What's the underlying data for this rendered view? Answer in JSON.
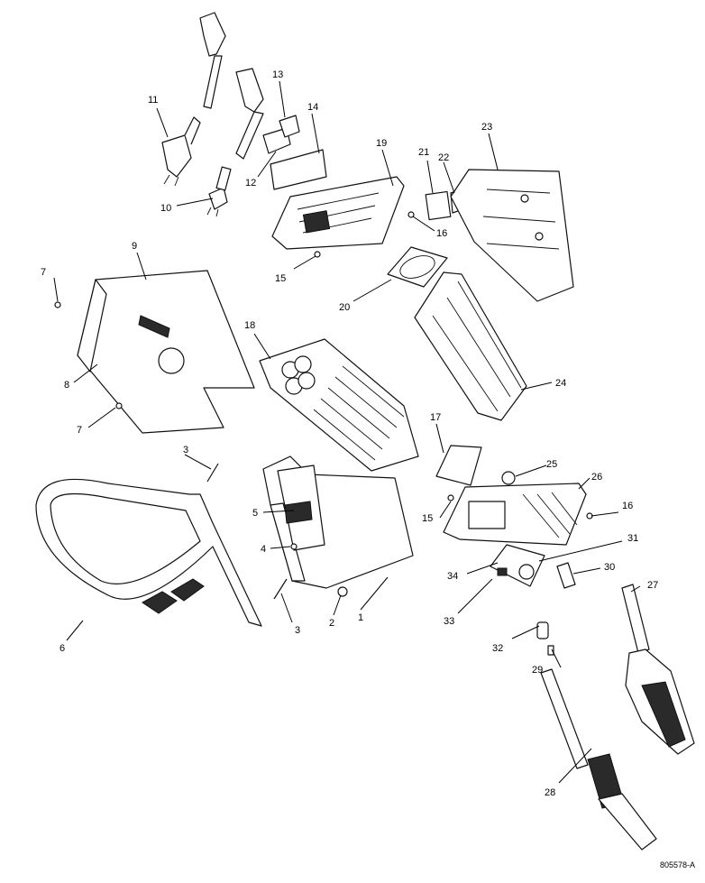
{
  "figure_ref": "805578-A",
  "callouts": [
    {
      "id": "1",
      "label": "1"
    },
    {
      "id": "2",
      "label": "2"
    },
    {
      "id": "3a",
      "label": "3"
    },
    {
      "id": "3b",
      "label": "3"
    },
    {
      "id": "4",
      "label": "4"
    },
    {
      "id": "5",
      "label": "5"
    },
    {
      "id": "6",
      "label": "6"
    },
    {
      "id": "7a",
      "label": "7"
    },
    {
      "id": "7b",
      "label": "7"
    },
    {
      "id": "8",
      "label": "8"
    },
    {
      "id": "9",
      "label": "9"
    },
    {
      "id": "10",
      "label": "10"
    },
    {
      "id": "11",
      "label": "11"
    },
    {
      "id": "12",
      "label": "12"
    },
    {
      "id": "13",
      "label": "13"
    },
    {
      "id": "14",
      "label": "14"
    },
    {
      "id": "15a",
      "label": "15"
    },
    {
      "id": "15b",
      "label": "15"
    },
    {
      "id": "16a",
      "label": "16"
    },
    {
      "id": "16b",
      "label": "16"
    },
    {
      "id": "17",
      "label": "17"
    },
    {
      "id": "18",
      "label": "18"
    },
    {
      "id": "19",
      "label": "19"
    },
    {
      "id": "20",
      "label": "20"
    },
    {
      "id": "21",
      "label": "21"
    },
    {
      "id": "22",
      "label": "22"
    },
    {
      "id": "23",
      "label": "23"
    },
    {
      "id": "24",
      "label": "24"
    },
    {
      "id": "25",
      "label": "25"
    },
    {
      "id": "26",
      "label": "26"
    },
    {
      "id": "27",
      "label": "27"
    },
    {
      "id": "28",
      "label": "28"
    },
    {
      "id": "29",
      "label": "29"
    },
    {
      "id": "30",
      "label": "30"
    },
    {
      "id": "31",
      "label": "31"
    },
    {
      "id": "32",
      "label": "32"
    },
    {
      "id": "33",
      "label": "33"
    },
    {
      "id": "34",
      "label": "34"
    }
  ]
}
